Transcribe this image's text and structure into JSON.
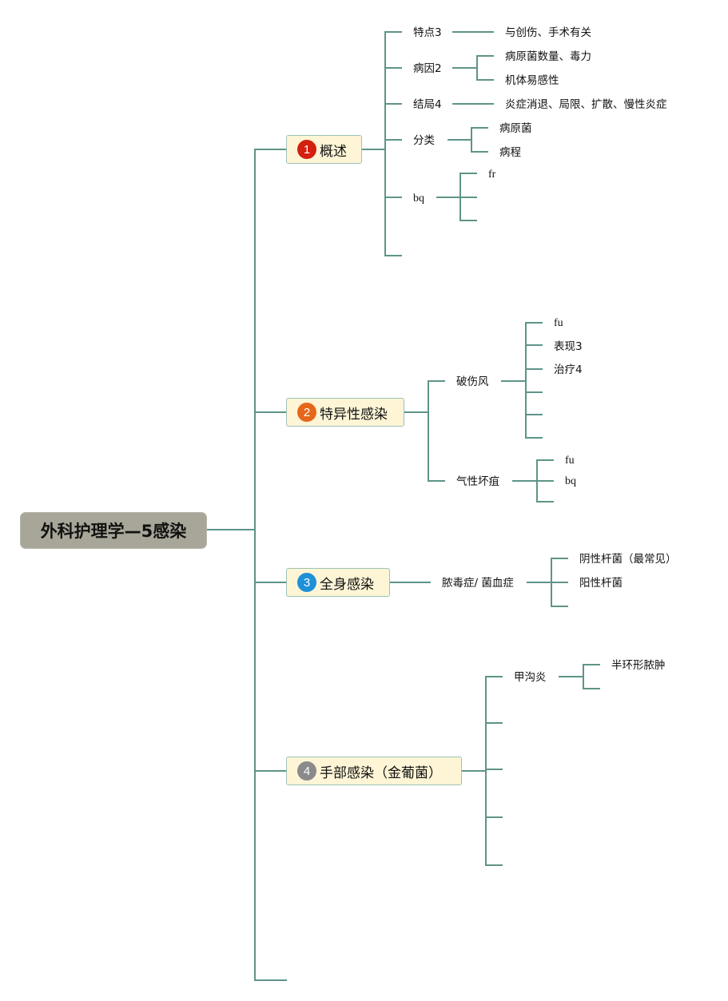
{
  "colors": {
    "line": "#5e9488",
    "root_bg": "#a8a698",
    "topic_bg": "#fdf5d6",
    "topic_border": "#9dc2b3",
    "badge_1": "#d3200f",
    "badge_2": "#e5681a",
    "badge_3": "#1e90d8",
    "badge_4": "#8a8a8a"
  },
  "root": {
    "title": "外科护理学—5感染"
  },
  "topics": [
    {
      "number": "1",
      "title": "概述",
      "children": [
        {
          "label": "特点3",
          "children": [
            {
              "label": "与创伤、手术有关"
            }
          ]
        },
        {
          "label": "病因2",
          "children": [
            {
              "label": "病原菌数量、毒力"
            },
            {
              "label": "机体易感性"
            }
          ]
        },
        {
          "label": "结局4",
          "children": [
            {
              "label": "炎症消退、局限、扩散、慢性炎症"
            }
          ]
        },
        {
          "label": "分类",
          "children": [
            {
              "label": "病原菌"
            },
            {
              "label": "病程"
            }
          ]
        },
        {
          "label": "bq",
          "children": [
            {
              "label": "fr"
            },
            {
              "label": ""
            },
            {
              "label": ""
            }
          ]
        },
        {
          "label": ""
        }
      ]
    },
    {
      "number": "2",
      "title": "特异性感染",
      "children": [
        {
          "label": "破伤风",
          "children": [
            {
              "label": "fu"
            },
            {
              "label": "表现3"
            },
            {
              "label": "治疗4"
            },
            {
              "label": ""
            },
            {
              "label": ""
            },
            {
              "label": ""
            }
          ]
        },
        {
          "label": "气性坏疽",
          "children": [
            {
              "label": "fu"
            },
            {
              "label": "bq"
            },
            {
              "label": ""
            }
          ]
        }
      ]
    },
    {
      "number": "3",
      "title": "全身感染",
      "children": [
        {
          "label": "脓毒症/ 菌血症",
          "children": [
            {
              "label": "阴性杆菌（最常见）"
            },
            {
              "label": "阳性杆菌"
            },
            {
              "label": ""
            }
          ]
        }
      ]
    },
    {
      "number": "4",
      "title": "手部感染（金葡菌）",
      "children": [
        {
          "label": "甲沟炎",
          "children": [
            {
              "label": "半环形脓肿"
            },
            {
              "label": ""
            }
          ]
        },
        {
          "label": ""
        },
        {
          "label": ""
        },
        {
          "label": ""
        },
        {
          "label": ""
        }
      ]
    },
    {
      "number": "",
      "title": ""
    }
  ]
}
